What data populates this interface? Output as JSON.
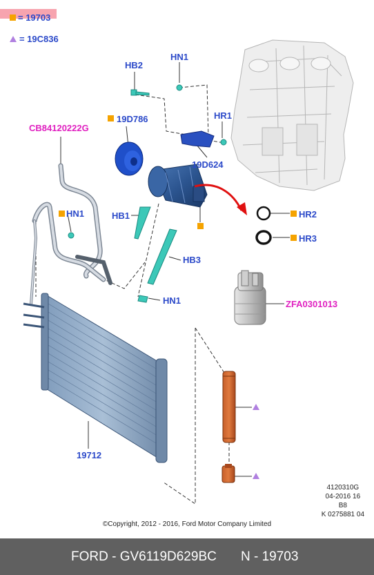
{
  "legend": [
    {
      "marker": "square",
      "color": "#f5a300",
      "text": "= 19703"
    },
    {
      "marker": "triangle",
      "color": "#b080e0",
      "text": "= 19C836"
    }
  ],
  "labels": {
    "hb2": "HB2",
    "hn1_top": "HN1",
    "hr1": "HR1",
    "p19d786": "19D786",
    "p19d624": "19D624",
    "cb84120222g": "CB84120222G",
    "hn1_left": "HN1",
    "hb1": "HB1",
    "hb3": "HB3",
    "hn1_bottom": "HN1",
    "hr2": "HR2",
    "hr3": "HR3",
    "zfa0301013": "ZFA0301013",
    "p19712": "19712"
  },
  "stamp": [
    "4120310G",
    "04-2016 16",
    "B8",
    "K 0275881 04"
  ],
  "copyright": "©Copyright, 2012 - 2016, Ford Motor Company Limited",
  "footer": {
    "left": "FORD - GV6119D629BC",
    "right": "N - 19703"
  },
  "colors": {
    "label": "#2b49c9",
    "supplier_label": "#e020c0",
    "marker_square": "#f5a300",
    "marker_triangle": "#b080e0",
    "arrow": "#e01010",
    "footer_bg": "#606060"
  }
}
